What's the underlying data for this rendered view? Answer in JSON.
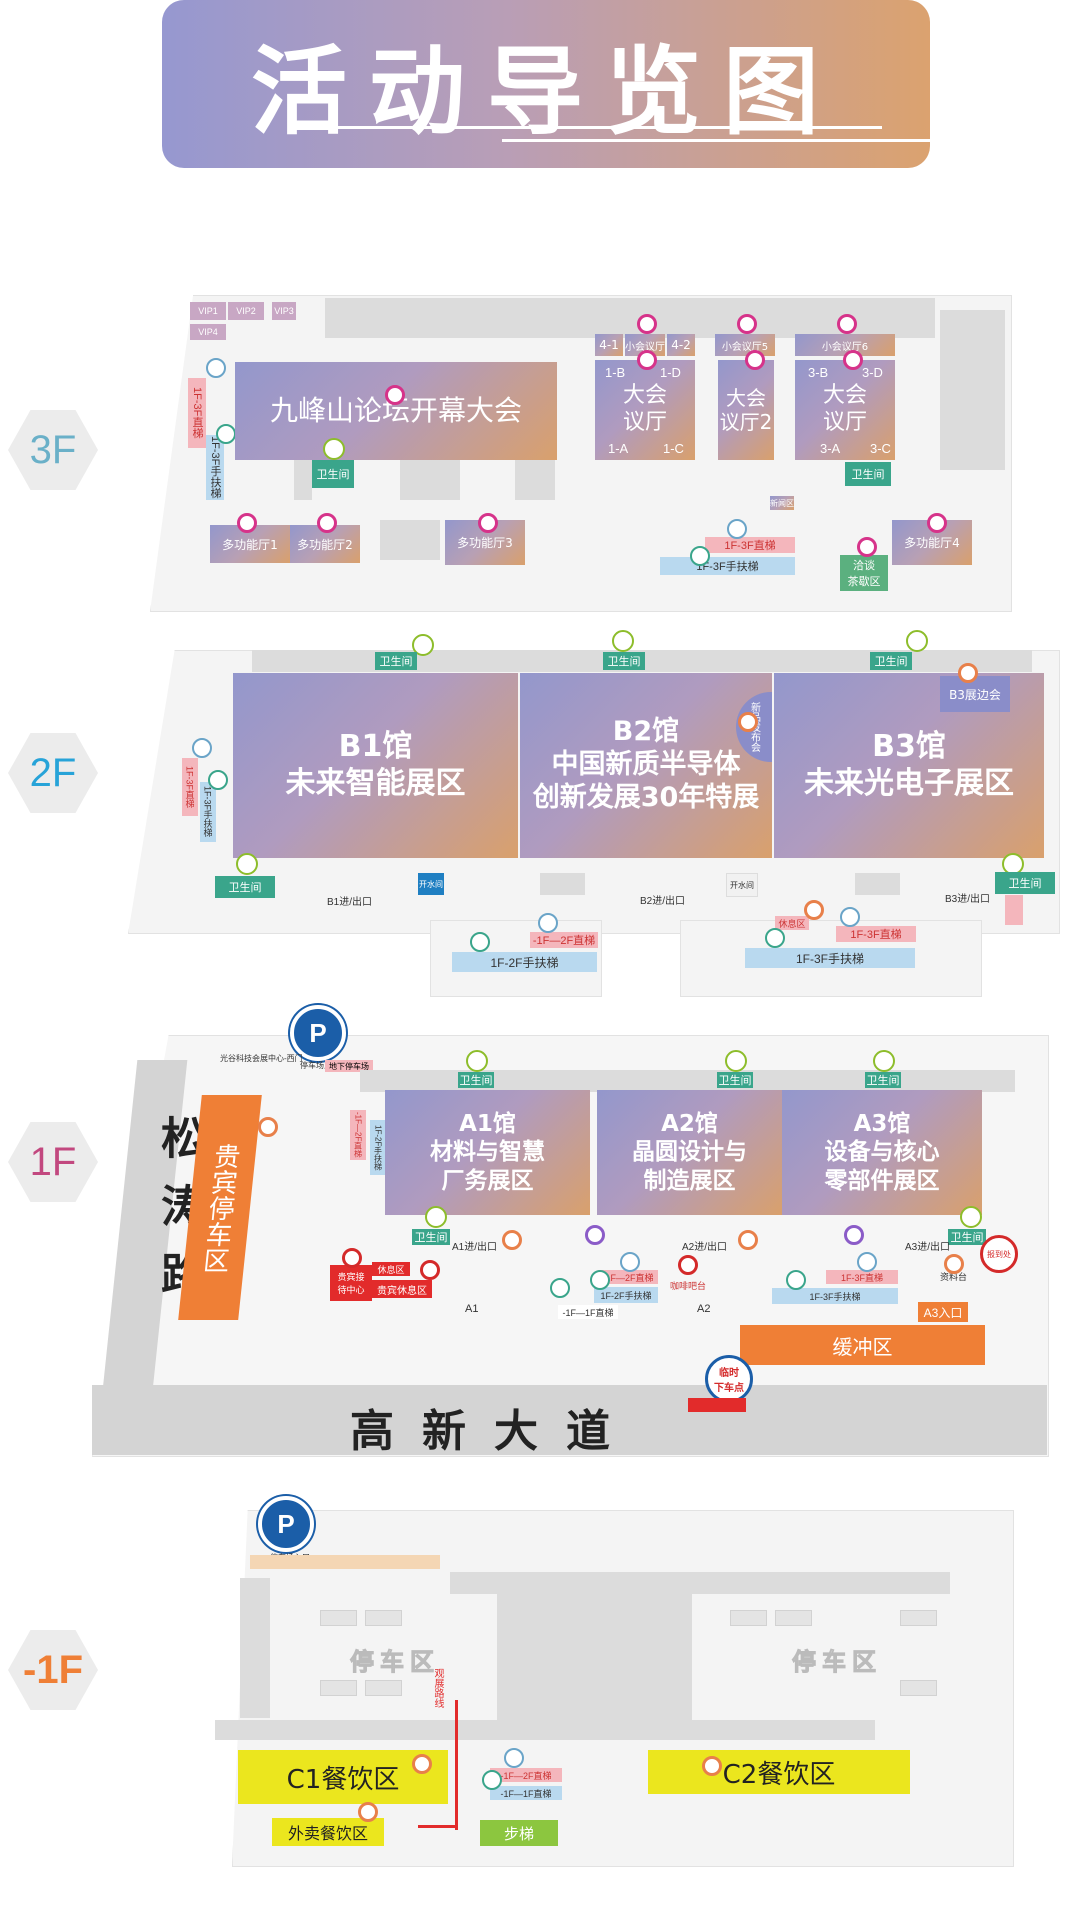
{
  "header": {
    "title": "活动导览图"
  },
  "floors": {
    "f3": "3F",
    "f2": "2F",
    "f1": "1F",
    "b1": "-1F"
  },
  "f3": {
    "main_hall": "九峰山论坛开幕大会",
    "vip": [
      "VIP1",
      "VIP2",
      "VIP3",
      "VIP4"
    ],
    "stair_label": "1F-3F直梯",
    "escalator_label": "1F-3F手扶梯",
    "wc": "卫生间",
    "wc2": "卫生间",
    "conf_big_1": "大会\n议厅",
    "conf_big_2": "大会\n议厅2",
    "conf_big_3": "大会\n议厅",
    "small_rooms": {
      "r4": "小会议厅",
      "r5": "小会议厅5",
      "r6": "小会议厅6"
    },
    "room_codes": {
      "a": "4-1",
      "b": "4-2",
      "c": "1-B",
      "d": "1-D",
      "e": "1-A",
      "f": "1-C",
      "g": "3-B",
      "h": "3-D",
      "i": "3-A",
      "j": "3-C"
    },
    "multi": [
      "多功能厅1",
      "多功能厅2",
      "多功能厅3",
      "多功能厅4"
    ],
    "stair_right": "1F-3F直梯",
    "escalator_right": "1F-3F手扶梯",
    "tea": "洽谈\n茶歇区",
    "press": "新闻区"
  },
  "f2": {
    "wc": "卫生间",
    "b1": "B1馆\n未来智能展区",
    "b2": "B2馆\n中国新质半导体\n创新发展30年特展",
    "b3": "B3馆\n未来光电子展区",
    "b3_meeting": "B3展边会",
    "launch": "新品发布会",
    "stair_left": "1F-3F直梯",
    "escalator_left": "1F-3F手扶梯",
    "entrances": [
      "B1进/出口",
      "B2进/出口",
      "B3进/出口"
    ],
    "water": "开水间",
    "stair_b": "-1F—2F直梯",
    "escalator_b": "1F-2F手扶梯",
    "rest": "休息区",
    "stair_c": "1F-3F直梯",
    "escalator_c": "1F-3F手扶梯"
  },
  "f1": {
    "parking_label": "停车场入口",
    "west_gate": "光谷科技会展中心-西门",
    "underground": "地下停车场",
    "road_left": "松涛路",
    "vip_parking": "贵宾停车区",
    "wc": "卫生间",
    "a1": "A1馆\n材料与智慧\n厂务展区",
    "a2": "A2馆\n晶圆设计与\n制造展区",
    "a3": "A3馆\n设备与核心\n零部件展区",
    "a_entrances": [
      "A1进/出口",
      "A2进/出口",
      "A3进/出口"
    ],
    "vip_room": "贵宾休息区",
    "reception": "贵宾接\n待中心",
    "rest": "休息区",
    "stair1": "-1F—2F直梯",
    "esc1": "1F-2F手扶梯",
    "esc2": "-1F—1F直梯",
    "coffee": "咖啡吧台",
    "stair3": "1F-3F直梯",
    "esc3": "1F-3F手扶梯",
    "info": "资料台",
    "register": "报到处",
    "a3_entry": "A3入口",
    "buffer": "缓冲区",
    "road_bottom": "高新大道",
    "dropoff": "临时\n下车点",
    "gate_labels": [
      "A1",
      "A2"
    ]
  },
  "b1": {
    "parking_label": "停车场入口",
    "parking": "停车区",
    "parking2": "停车区",
    "route": "观展路线",
    "c1": "C1餐饮区",
    "c2": "C2餐饮区",
    "takeout": "外卖餐饮区",
    "stairs": "步梯",
    "stair_label": "-1F—2F直梯",
    "stair_label2": "-1F—1F直梯"
  }
}
